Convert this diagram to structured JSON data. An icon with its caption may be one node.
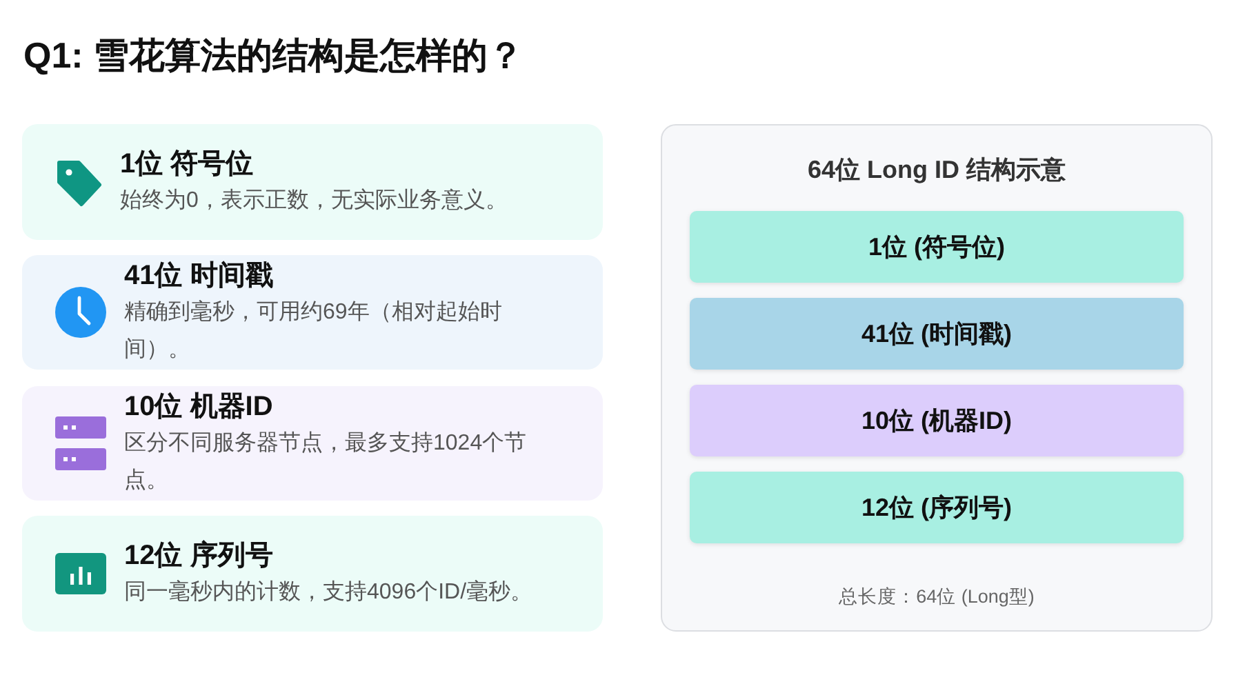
{
  "diagram": {
    "title": "Q1: 雪花算法的结构是怎样的？",
    "nodes": [
      {
        "text": [
          "1位 符号位",
          "始终为0，表示正数，无实际业务意义。"
        ]
      },
      {
        "text": [
          "41位 时间戳",
          "精确到毫秒，可用约69年（相对起始时间）。"
        ]
      },
      {
        "text": [
          "10位 机器ID",
          "区分不同服务器节点，最多支持1024个节点。"
        ]
      },
      {
        "text": [
          "12位 序列号",
          "同一毫秒内的计数，支持4096个ID/毫秒。"
        ]
      },
      {
        "text": [
          "64位 Long ID 结构示意",
          "总长度：64位 (Long型)"
        ]
      },
      {
        "text": [
          "1位 (符号位)"
        ],
        "in": 4
      },
      {
        "text": [
          "41位 (时间戳)"
        ],
        "in": 4
      },
      {
        "text": [
          "10位 (机器ID)"
        ],
        "in": 4
      },
      {
        "text": [
          "12位 (序列号)"
        ],
        "in": 4
      }
    ]
  }
}
